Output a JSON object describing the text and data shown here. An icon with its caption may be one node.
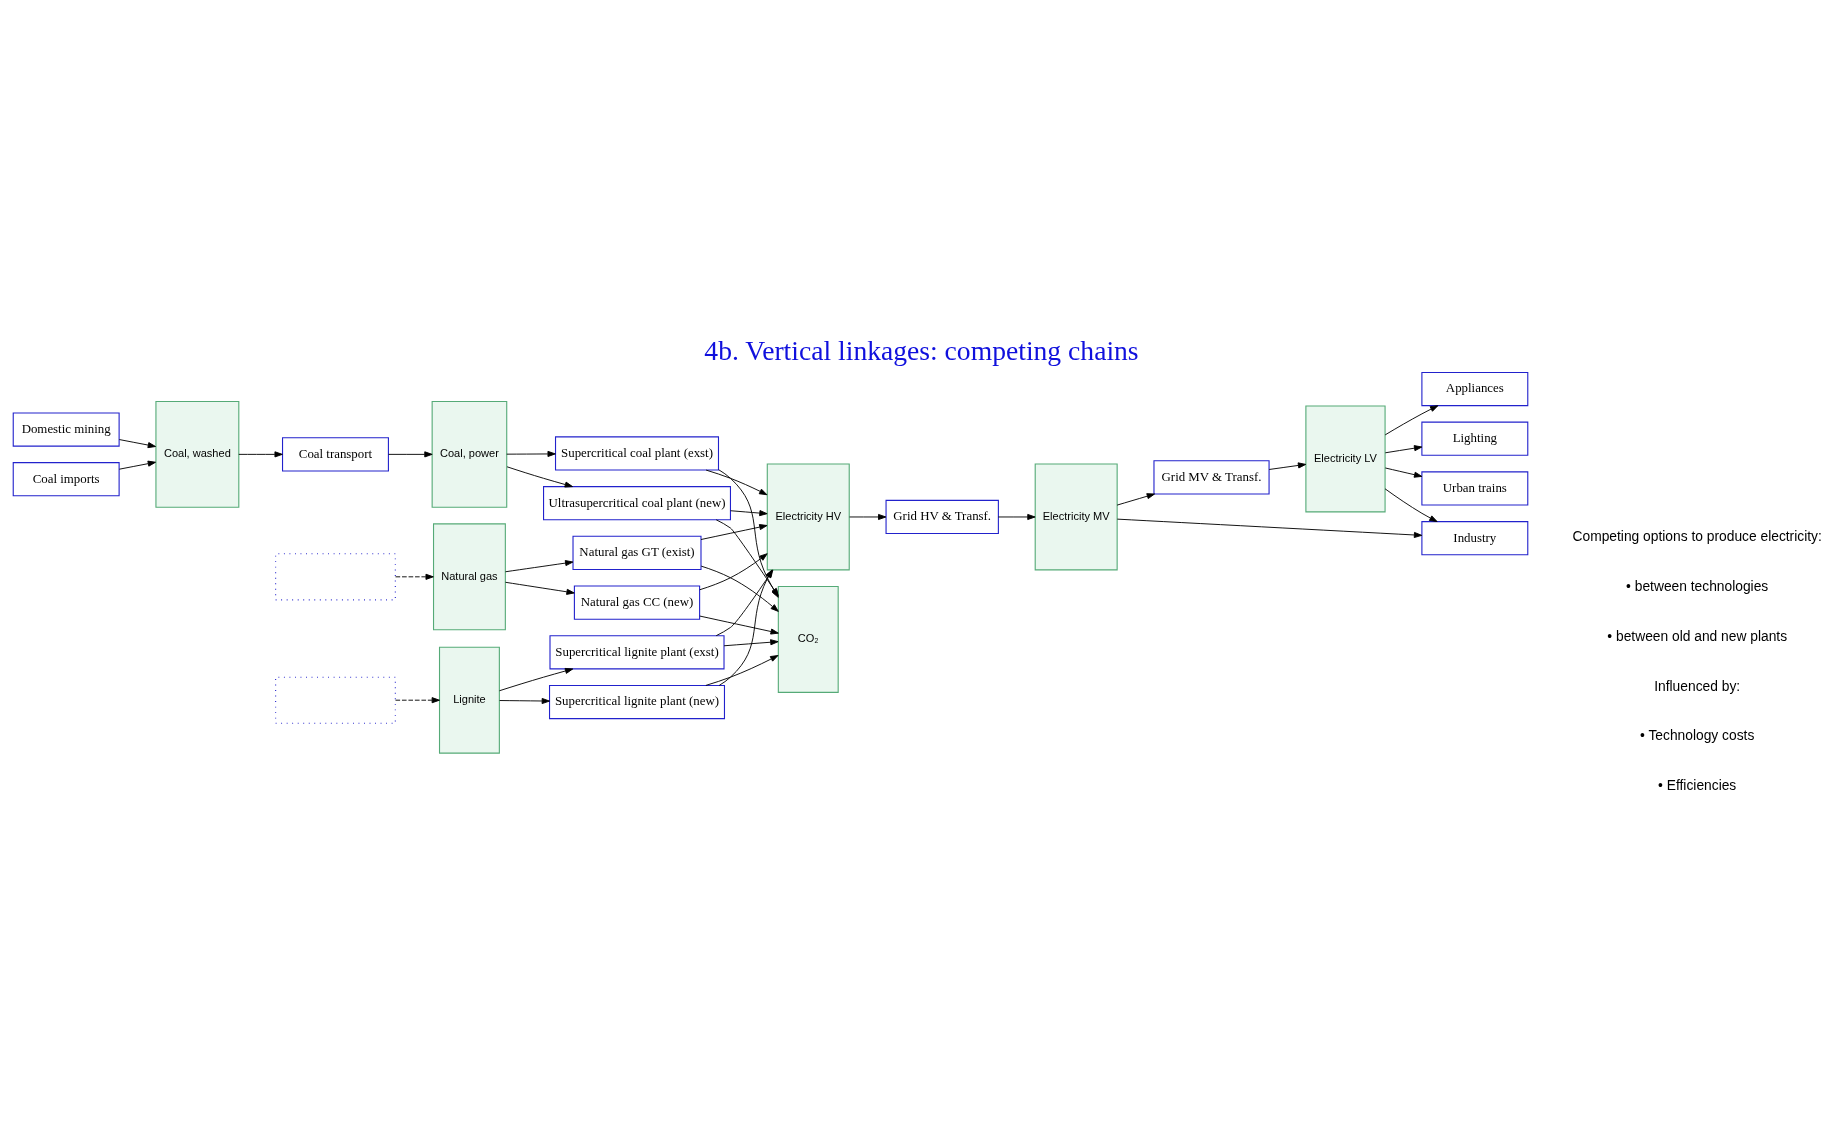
{
  "diagram": {
    "title": "4b. Vertical linkages: competing chains",
    "nodes": [
      {
        "text": [
          "Domestic mining"
        ]
      },
      {
        "text": [
          "Coal imports"
        ]
      },
      {
        "text": [
          "Coal, washed"
        ]
      },
      {
        "text": [
          "Coal transport"
        ]
      },
      {
        "text": [
          "Coal, power"
        ]
      },
      {
        "text": [
          "Supercritical coal plant (exst)"
        ]
      },
      {
        "text": [
          "Ultrasupercritical coal plant (new)"
        ]
      },
      {
        "text": [
          "Natural gas"
        ]
      },
      {
        "text": [],
        "shape": "box"
      },
      {
        "text": [
          "Natural gas GT (exist)"
        ]
      },
      {
        "text": [
          "Natural gas CC (new)"
        ]
      },
      {
        "text": [
          "Lignite"
        ]
      },
      {
        "text": [],
        "shape": "box"
      },
      {
        "text": [
          "Supercritical lignite plant (exst)"
        ]
      },
      {
        "text": [
          "Supercritical lignite plant (new)"
        ]
      },
      {
        "text": [
          "Electricity HV"
        ]
      },
      {
        "text": [
          "CO₂"
        ]
      },
      {
        "text": [
          "Grid HV & Transf."
        ]
      },
      {
        "text": [
          "Electricity MV"
        ]
      },
      {
        "text": [
          "Grid MV & Transf."
        ]
      },
      {
        "text": [
          "Electricity LV"
        ]
      },
      {
        "text": [
          "Appliances"
        ]
      },
      {
        "text": [
          "Lighting"
        ]
      },
      {
        "text": [
          "Urban trains"
        ]
      },
      {
        "text": [
          "Industry"
        ]
      }
    ],
    "edges": [
      {
        "from": 0,
        "to": 2,
        "arrow": "to"
      },
      {
        "from": 1,
        "to": 2,
        "arrow": "to"
      },
      {
        "from": 2,
        "to": 3,
        "arrow": "to"
      },
      {
        "from": 3,
        "to": 4,
        "arrow": "to"
      },
      {
        "from": 4,
        "to": 5,
        "arrow": "to"
      },
      {
        "from": 4,
        "to": 6,
        "arrow": "to"
      },
      {
        "from": 5,
        "to": 16,
        "arrow": "to"
      },
      {
        "from": 5,
        "to": 15,
        "arrow": "to"
      },
      {
        "from": 6,
        "to": 16,
        "arrow": "to"
      },
      {
        "from": 6,
        "to": 15,
        "arrow": "to"
      },
      {
        "from": 7,
        "to": 9,
        "arrow": "to"
      },
      {
        "from": 8,
        "to": 7,
        "arrow": "to",
        "style": "dashed"
      },
      {
        "from": 7,
        "to": 10,
        "arrow": "to"
      },
      {
        "from": 9,
        "to": 16,
        "arrow": "to"
      },
      {
        "from": 9,
        "to": 15,
        "arrow": "to"
      },
      {
        "from": 10,
        "to": 16,
        "arrow": "to"
      },
      {
        "from": 10,
        "to": 15,
        "arrow": "to"
      },
      {
        "from": 11,
        "to": 13,
        "arrow": "to"
      },
      {
        "from": 12,
        "to": 11,
        "arrow": "to",
        "style": "dashed"
      },
      {
        "from": 11,
        "to": 14,
        "arrow": "to"
      },
      {
        "from": 13,
        "to": 16,
        "arrow": "to"
      },
      {
        "from": 13,
        "to": 15,
        "arrow": "to"
      },
      {
        "from": 14,
        "to": 16,
        "arrow": "to"
      },
      {
        "from": 14,
        "to": 15,
        "arrow": "to"
      },
      {
        "from": 15,
        "to": 17,
        "arrow": "to"
      },
      {
        "from": 17,
        "to": 18,
        "arrow": "to"
      },
      {
        "from": 18,
        "to": 19,
        "arrow": "to"
      },
      {
        "from": 19,
        "to": 20,
        "arrow": "to"
      },
      {
        "from": 20,
        "to": 21,
        "arrow": "to"
      },
      {
        "from": 20,
        "to": 22,
        "arrow": "to"
      },
      {
        "from": 20,
        "to": 23,
        "arrow": "to"
      },
      {
        "from": 20,
        "to": 24,
        "arrow": "to"
      },
      {
        "from": 18,
        "to": 24,
        "arrow": "to"
      }
    ],
    "labels": [
      "Competing options to produce electricity:",
      "• between technologies",
      "• between old and new plants",
      "Influenced by:",
      "• Technology costs",
      "• Efficiencies"
    ]
  }
}
